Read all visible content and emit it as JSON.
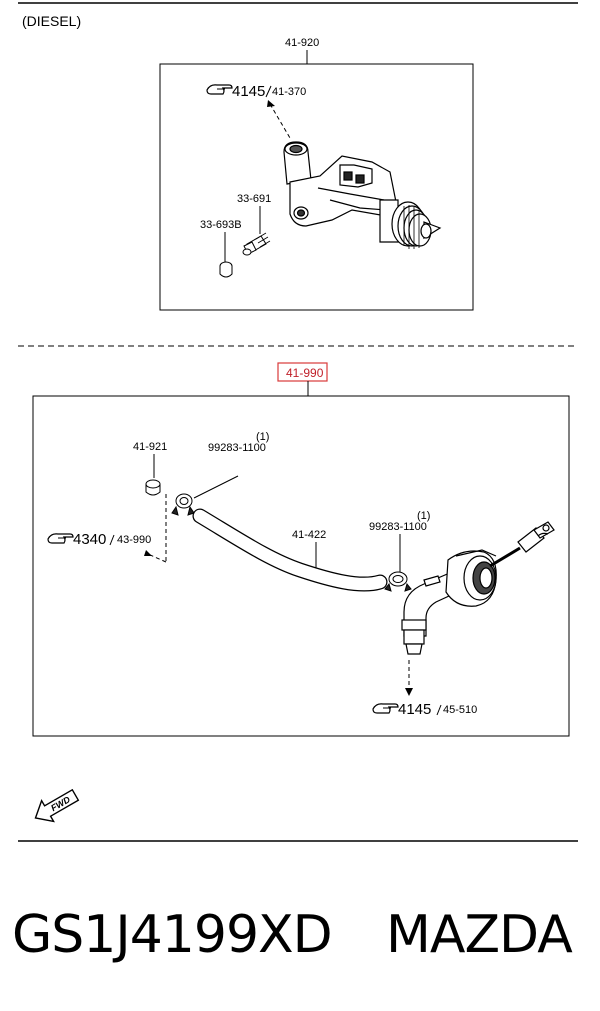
{
  "header": {
    "variant": "(DIESEL)"
  },
  "upper_assembly": {
    "number": "41-920",
    "ref_number": "4145",
    "ref_page": "41-370",
    "labels": {
      "bleeder": "33-691",
      "cap": "33-693B"
    }
  },
  "lower_assembly": {
    "number": "41-990",
    "highlight_color": "#d93a3a",
    "labels": {
      "cap": "41-921",
      "clip_left_qty": "(1)",
      "clip_left": "99283-1100",
      "hose": "41-422",
      "clip_right_qty": "(1)",
      "clip_right": "99283-1100"
    },
    "ref_left_number": "4340",
    "ref_left_page": "43-990",
    "ref_bottom_number": "4145",
    "ref_bottom_page": "45-510"
  },
  "fwd_label": "FWD",
  "footer": {
    "part_number": "GS1J4199XD",
    "brand": "MAZDA"
  }
}
